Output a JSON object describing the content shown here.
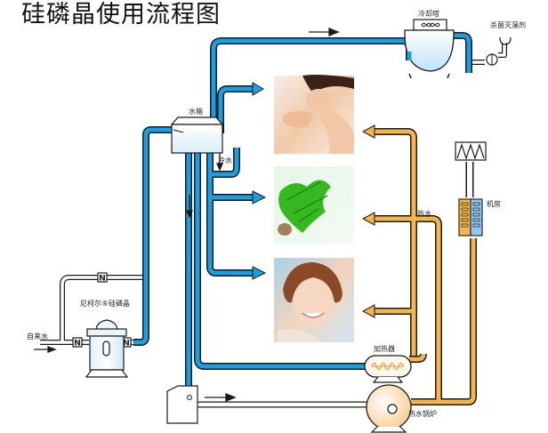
{
  "title": "硅磷晶使用流程图",
  "labels": {
    "cooling_tower": "冷却塔",
    "sterilizer": "杀菌灭藻剂",
    "water_tank": "水箱",
    "cold_water": "冷水",
    "hot_water": "热水",
    "machine_room": "机房",
    "tap_water": "自来水",
    "silicophosphate_unit": "尼柯尔®硅磷晶",
    "heater": "加热器",
    "hot_water_boiler": "热水锅炉"
  },
  "images": [
    {
      "name": "face-washing-photo",
      "description": "woman washing face"
    },
    {
      "name": "vegetable-washing-photo",
      "description": "green vegetables under water"
    },
    {
      "name": "smiling-woman-photo",
      "description": "smiling woman with water"
    }
  ],
  "colors": {
    "cold_pipe": "#1a9fe0",
    "hot_pipe": "#f5b54a",
    "outline": "#1a1a1a",
    "plain_pipe": "#ffffff"
  }
}
